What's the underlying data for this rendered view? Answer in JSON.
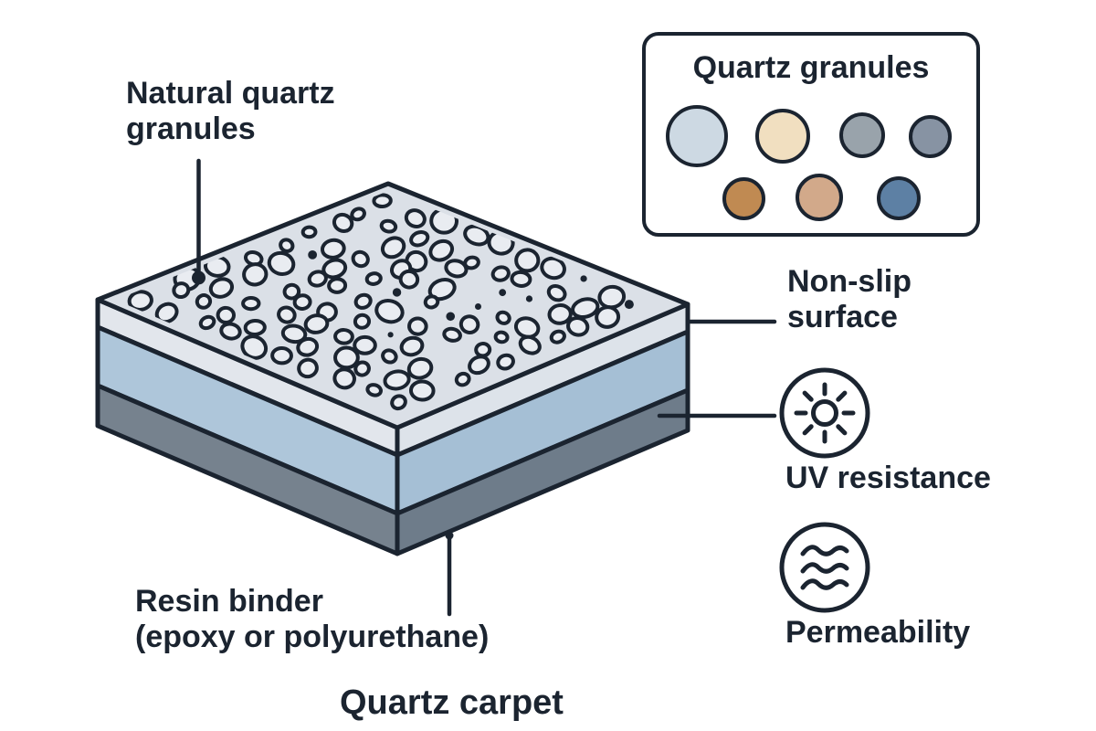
{
  "title": "Quartz carpet",
  "callouts": {
    "natural_quartz_granules": "Natural quartz\ngranules",
    "non_slip_surface": "Non-slip\nsurface",
    "resin_binder": "Resin binder\n(epoxy or polyurethane)"
  },
  "features": {
    "uv_resistance": {
      "icon": "sun-icon",
      "label": "UV resistance"
    },
    "permeability": {
      "icon": "waves-icon",
      "label": "Permeability"
    }
  },
  "legend": {
    "title": "Quartz granules",
    "granules": [
      {
        "name": "light-blue-gray-granule",
        "color": "#cdd9e3"
      },
      {
        "name": "cream-granule",
        "color": "#f1dfc0"
      },
      {
        "name": "gray-granule",
        "color": "#99a3ab"
      },
      {
        "name": "slate-granule",
        "color": "#8793a3"
      },
      {
        "name": "brown-granule",
        "color": "#c08a52"
      },
      {
        "name": "tan-granule",
        "color": "#d2a98a"
      },
      {
        "name": "steel-blue-granule",
        "color": "#5d80a4"
      }
    ]
  },
  "slab": {
    "outline_color": "#1b2430",
    "top_face_color": "#dbe0e7",
    "pebble_fill": "#e9ecf1",
    "layers": [
      {
        "name": "non-slip-quartz-top-layer",
        "left": "#e2e6ec",
        "right": "#dde3ea"
      },
      {
        "name": "quartz-resin-middle-layer",
        "left": "#aec6da",
        "right": "#a5bfd5"
      },
      {
        "name": "base-binder-layer",
        "left": "#76828e",
        "right": "#6e7c8a"
      }
    ]
  }
}
